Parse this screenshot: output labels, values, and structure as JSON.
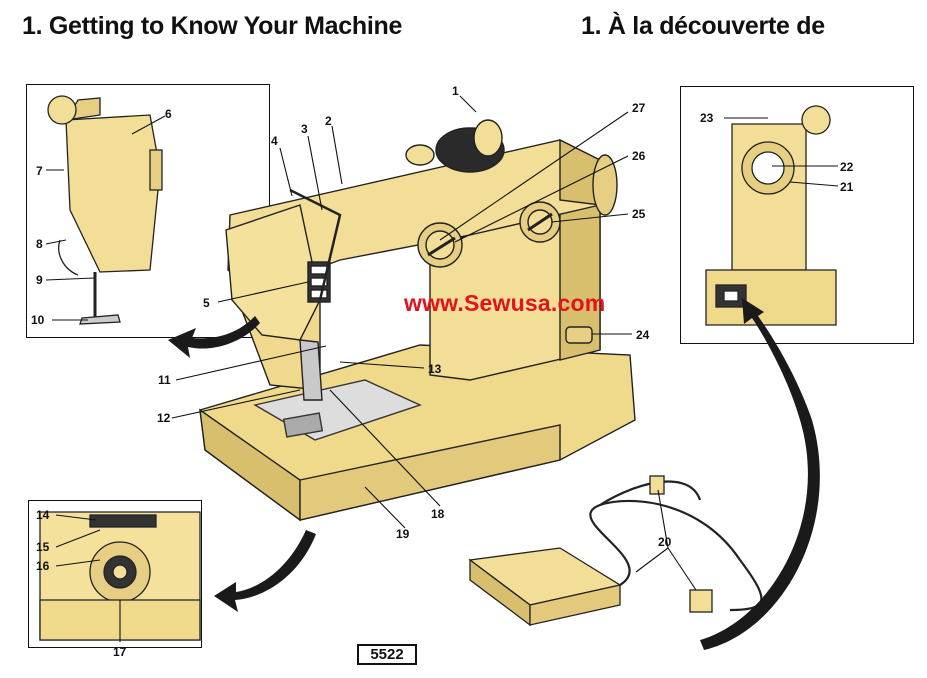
{
  "headings": {
    "english": "1. Getting to Know Your Machine",
    "french": "1. À la découverte de"
  },
  "watermark": "www.Sewusa.com",
  "model_number": "5522",
  "callouts": [
    "1",
    "2",
    "3",
    "4",
    "5",
    "6",
    "7",
    "8",
    "9",
    "10",
    "11",
    "12",
    "13",
    "14",
    "15",
    "16",
    "17",
    "18",
    "19",
    "20",
    "21",
    "22",
    "23",
    "24",
    "25",
    "26",
    "27"
  ],
  "colors": {
    "machine_body": "#f2de96",
    "machine_shadow": "#d8bf6e",
    "outline": "#222222",
    "watermark": "#e3131b",
    "arrow": "#1a1a1a"
  }
}
